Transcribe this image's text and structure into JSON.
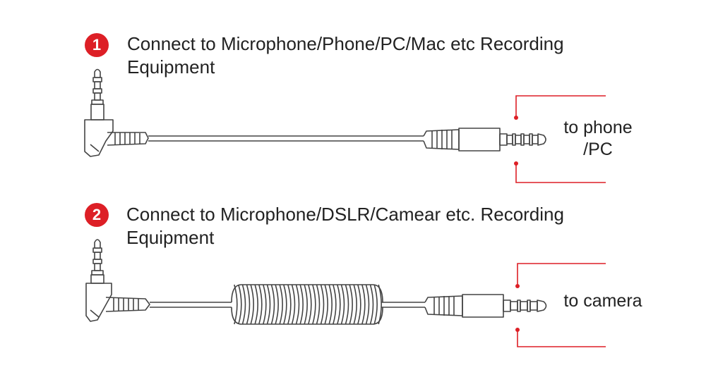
{
  "steps": [
    {
      "number": "1",
      "caption_line1": "Connect to Microphone/Phone/PC/Mac etc Recording",
      "caption_line2": "Equipment",
      "target_line1": "to phone",
      "target_line2": "/PC",
      "cable": "straight"
    },
    {
      "number": "2",
      "caption_line1": "Connect to Microphone/DSLR/Camear etc. Recording",
      "caption_line2": "Equipment",
      "target_line1": "to camera",
      "cable": "coiled"
    }
  ],
  "colors": {
    "accent": "#dd1f26",
    "line": "#444444",
    "text": "#222222"
  }
}
